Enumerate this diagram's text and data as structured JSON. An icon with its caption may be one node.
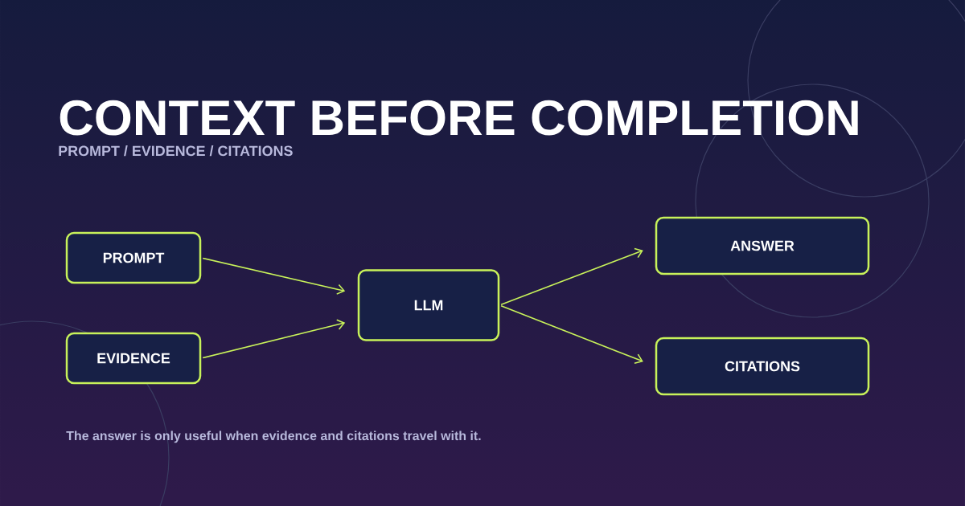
{
  "diagram": {
    "title": "CONTEXT BEFORE COMPLETION",
    "caption": "The answer is only useful when evidence and citations travel with it.",
    "nodes": [
      {
        "text": [
          "PROMPT"
        ]
      },
      {
        "text": [
          "EVIDENCE"
        ]
      },
      {
        "text": [
          "LLM"
        ]
      },
      {
        "text": [
          "ANSWER"
        ]
      },
      {
        "text": [
          "CITATIONS"
        ]
      }
    ],
    "edges": [
      {
        "from": 0,
        "to": 2,
        "arrow": "to"
      },
      {
        "from": 1,
        "to": 2,
        "arrow": "to"
      },
      {
        "from": 2,
        "to": 3,
        "arrow": "to"
      },
      {
        "from": 2,
        "to": 4,
        "arrow": "to"
      }
    ],
    "labels": [
      "PROMPT  /  EVIDENCE  /  CITATIONS"
    ]
  }
}
